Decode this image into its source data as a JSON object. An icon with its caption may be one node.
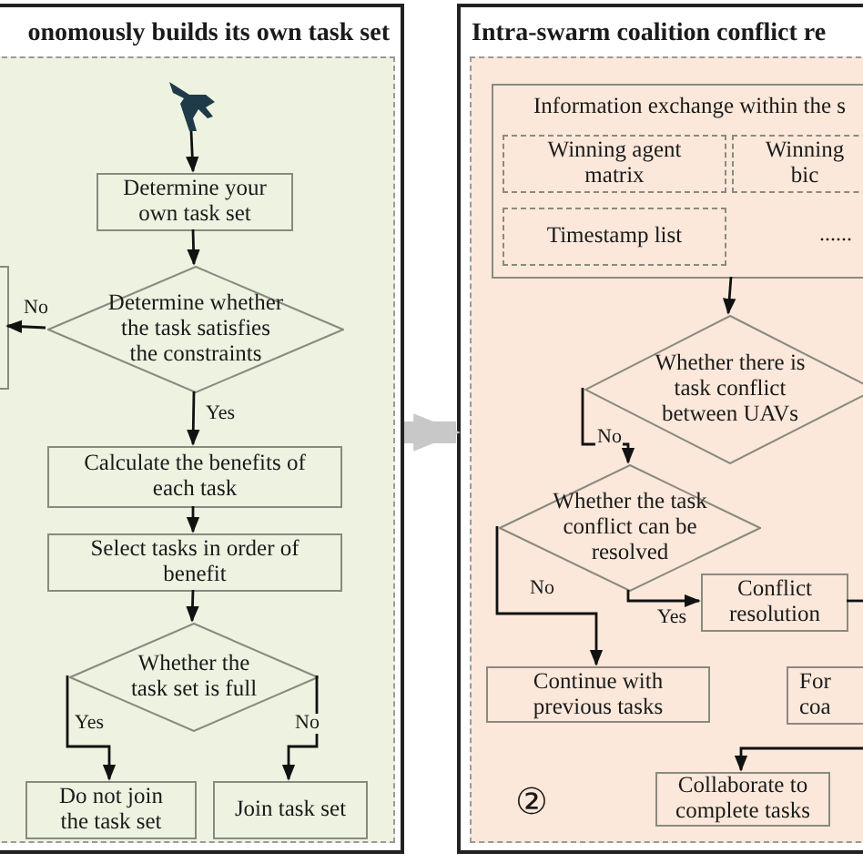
{
  "diagram": {
    "nodes": [
      {
        "text": [
          "onomously builds its own task set"
        ]
      },
      {
        "text": [],
        "shape": "box",
        "in": 0
      },
      {
        "text": [],
        "shape": "picture",
        "in": 1
      },
      {
        "text": [
          "Determine your own task set"
        ],
        "in": 1
      },
      {
        "text": [
          "Determine whether the task satisfies the constraints"
        ],
        "in": 1
      },
      {
        "text": [],
        "shape": "box",
        "in": 1
      },
      {
        "text": [
          "Calculate the benefits of each task"
        ],
        "in": 1
      },
      {
        "text": [
          "Select tasks in order of benefit"
        ],
        "in": 1
      },
      {
        "text": [
          "Whether the task set is full"
        ],
        "in": 1
      },
      {
        "text": [
          "Do not join the task set"
        ],
        "in": 1
      },
      {
        "text": [
          "Join task set"
        ],
        "in": 1
      },
      {
        "text": [
          "Intra-swarm coalition conflict re"
        ]
      },
      {
        "text": [],
        "shape": "box",
        "in": 11
      },
      {
        "text": [
          "Information exchange within the s"
        ],
        "in": 12
      },
      {
        "text": [
          "Winning agent matrix"
        ],
        "in": 13
      },
      {
        "text": [
          "Winning bic"
        ],
        "in": 13
      },
      {
        "text": [
          "Timestamp list"
        ],
        "in": 13
      },
      {
        "text": [
          "Whether there is task conflict between UAVs"
        ],
        "in": 12
      },
      {
        "text": [
          "Whether the task conflict can be resolved"
        ],
        "in": 12
      },
      {
        "text": [
          "Conflict resolution"
        ],
        "in": 12
      },
      {
        "text": [
          "Continue with previous tasks"
        ],
        "in": 12
      },
      {
        "text": [
          "For coa"
        ],
        "in": 12
      },
      {
        "text": [
          "Collaborate to complete tasks"
        ],
        "in": 12
      }
    ],
    "edges": [
      {
        "from": 2,
        "to": 3,
        "arrow": "to"
      },
      {
        "from": 3,
        "to": 4,
        "arrow": "to"
      },
      {
        "from": 4,
        "to": 5,
        "arrow": "to",
        "label": "No"
      },
      {
        "from": 4,
        "to": 6,
        "arrow": "to",
        "label": "Yes"
      },
      {
        "from": 6,
        "to": 7,
        "arrow": "to"
      },
      {
        "from": 7,
        "to": 8,
        "arrow": "to"
      },
      {
        "from": 8,
        "to": 9,
        "arrow": "to",
        "label": "Yes"
      },
      {
        "from": 8,
        "to": 10,
        "arrow": "to",
        "label": "No"
      },
      {
        "from": 0,
        "to": 11,
        "arrow": "to",
        "style": "thick",
        "color": "#c8c8c8"
      },
      {
        "from": 13,
        "to": 17,
        "arrow": "to"
      },
      {
        "from": 17,
        "to": 18,
        "arrow": "to",
        "label": "No"
      },
      {
        "from": 18,
        "to": 20,
        "arrow": "to",
        "label": "No"
      },
      {
        "from": 18,
        "to": 19,
        "arrow": "to",
        "label": "Yes"
      },
      {
        "from": 19,
        "to": null,
        "arrow": "none"
      },
      {
        "from": null,
        "to": 22,
        "arrow": "to"
      }
    ],
    "labels": [
      "......",
      "②"
    ]
  }
}
